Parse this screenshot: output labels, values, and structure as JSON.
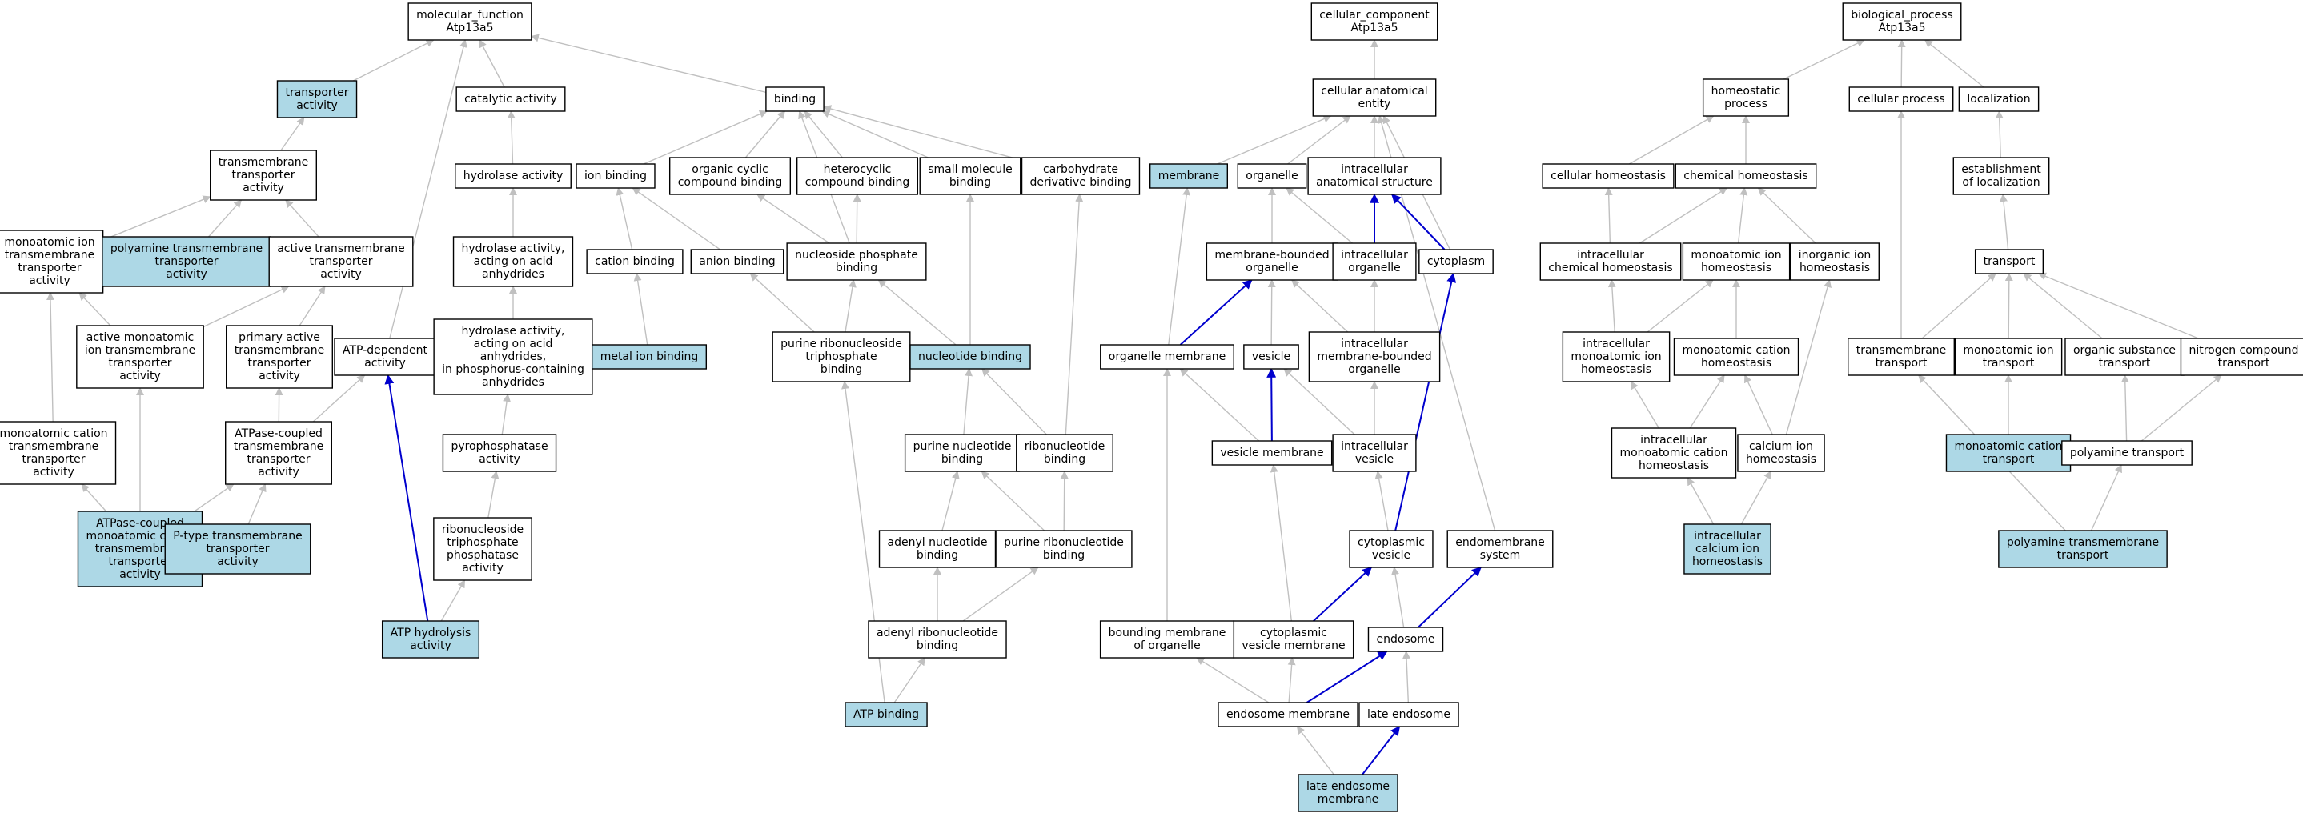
{
  "colors": {
    "highlight_fill": "#add8e6",
    "plain_fill": "#ffffff",
    "edge_gray": "#c0c0c0",
    "edge_blue": "#0000cd"
  },
  "nodes": [
    {
      "id": "mf",
      "lines": [
        "molecular_function",
        "Atp13a5"
      ],
      "hl": false
    },
    {
      "id": "cc",
      "lines": [
        "cellular_component",
        "Atp13a5"
      ],
      "hl": false
    },
    {
      "id": "bp",
      "lines": [
        "biological_process",
        "Atp13a5"
      ],
      "hl": false
    },
    {
      "id": "transporter",
      "lines": [
        "transporter",
        "activity"
      ],
      "hl": true
    },
    {
      "id": "catalytic",
      "lines": [
        "catalytic activity"
      ],
      "hl": false
    },
    {
      "id": "binding",
      "lines": [
        "binding"
      ],
      "hl": false
    },
    {
      "id": "cae",
      "lines": [
        "cellular anatomical",
        "entity"
      ],
      "hl": false
    },
    {
      "id": "homeoproc",
      "lines": [
        "homeostatic",
        "process"
      ],
      "hl": false
    },
    {
      "id": "cellproc",
      "lines": [
        "cellular process"
      ],
      "hl": false
    },
    {
      "id": "localization",
      "lines": [
        "localization"
      ],
      "hl": false
    },
    {
      "id": "tmtransporter",
      "lines": [
        "transmembrane",
        "transporter",
        "activity"
      ],
      "hl": false
    },
    {
      "id": "hydrolase",
      "lines": [
        "hydrolase activity"
      ],
      "hl": false
    },
    {
      "id": "ionbinding",
      "lines": [
        "ion binding"
      ],
      "hl": false
    },
    {
      "id": "orgcyclic",
      "lines": [
        "organic cyclic",
        "compound binding"
      ],
      "hl": false
    },
    {
      "id": "heterocyclic",
      "lines": [
        "heterocyclic",
        "compound binding"
      ],
      "hl": false
    },
    {
      "id": "smallmol",
      "lines": [
        "small molecule",
        "binding"
      ],
      "hl": false
    },
    {
      "id": "carbo",
      "lines": [
        "carbohydrate",
        "derivative binding"
      ],
      "hl": false
    },
    {
      "id": "membrane",
      "lines": [
        "membrane"
      ],
      "hl": true
    },
    {
      "id": "organelle",
      "lines": [
        "organelle"
      ],
      "hl": false
    },
    {
      "id": "ias",
      "lines": [
        "intracellular",
        "anatomical structure"
      ],
      "hl": false
    },
    {
      "id": "cellhomeo",
      "lines": [
        "cellular homeostasis"
      ],
      "hl": false
    },
    {
      "id": "chemhomeo",
      "lines": [
        "chemical homeostasis"
      ],
      "hl": false
    },
    {
      "id": "estloc",
      "lines": [
        "establishment",
        "of localization"
      ],
      "hl": false
    },
    {
      "id": "monoiontmt",
      "lines": [
        "monoatomic ion",
        "transmembrane",
        "transporter",
        "activity"
      ],
      "hl": false
    },
    {
      "id": "polyaminetmt",
      "lines": [
        "polyamine transmembrane",
        "transporter",
        "activity"
      ],
      "hl": true
    },
    {
      "id": "activetmt",
      "lines": [
        "active transmembrane",
        "transporter",
        "activity"
      ],
      "hl": false
    },
    {
      "id": "hydrolaseacid",
      "lines": [
        "hydrolase activity,",
        "acting on acid",
        "anhydrides"
      ],
      "hl": false
    },
    {
      "id": "cationbinding",
      "lines": [
        "cation binding"
      ],
      "hl": false
    },
    {
      "id": "anionbinding",
      "lines": [
        "anion binding"
      ],
      "hl": false
    },
    {
      "id": "nucphos",
      "lines": [
        "nucleoside phosphate",
        "binding"
      ],
      "hl": false
    },
    {
      "id": "mbo",
      "lines": [
        "membrane-bounded",
        "organelle"
      ],
      "hl": false
    },
    {
      "id": "intorganelle",
      "lines": [
        "intracellular",
        "organelle"
      ],
      "hl": false
    },
    {
      "id": "cytoplasm",
      "lines": [
        "cytoplasm"
      ],
      "hl": false
    },
    {
      "id": "intchemhomeo",
      "lines": [
        "intracellular",
        "chemical homeostasis"
      ],
      "hl": false
    },
    {
      "id": "monoionhomeo",
      "lines": [
        "monoatomic ion",
        "homeostasis"
      ],
      "hl": false
    },
    {
      "id": "inorgionhomeo",
      "lines": [
        "inorganic ion",
        "homeostasis"
      ],
      "hl": false
    },
    {
      "id": "transport",
      "lines": [
        "transport"
      ],
      "hl": false
    },
    {
      "id": "activemonoion",
      "lines": [
        "active monoatomic",
        "ion transmembrane",
        "transporter",
        "activity"
      ],
      "hl": false
    },
    {
      "id": "primaryactive",
      "lines": [
        "primary active",
        "transmembrane",
        "transporter",
        "activity"
      ],
      "hl": false
    },
    {
      "id": "atpdep",
      "lines": [
        "ATP-dependent",
        "activity"
      ],
      "hl": false
    },
    {
      "id": "hydrolasephos",
      "lines": [
        "hydrolase activity,",
        "acting on acid",
        "anhydrides,",
        "in phosphorus-containing",
        "anhydrides"
      ],
      "hl": false
    },
    {
      "id": "metalion",
      "lines": [
        "metal ion binding"
      ],
      "hl": true
    },
    {
      "id": "purineribotp",
      "lines": [
        "purine ribonucleoside",
        "triphosphate",
        "binding"
      ],
      "hl": false
    },
    {
      "id": "nucleotide",
      "lines": [
        "nucleotide binding"
      ],
      "hl": true
    },
    {
      "id": "orgmembrane",
      "lines": [
        "organelle membrane"
      ],
      "hl": false
    },
    {
      "id": "vesicle",
      "lines": [
        "vesicle"
      ],
      "hl": false
    },
    {
      "id": "intmbo",
      "lines": [
        "intracellular",
        "membrane-bounded",
        "organelle"
      ],
      "hl": false
    },
    {
      "id": "intmonoionhomeo",
      "lines": [
        "intracellular",
        "monoatomic ion",
        "homeostasis"
      ],
      "hl": false
    },
    {
      "id": "monocationhomeo",
      "lines": [
        "monoatomic cation",
        "homeostasis"
      ],
      "hl": false
    },
    {
      "id": "tmtransport",
      "lines": [
        "transmembrane",
        "transport"
      ],
      "hl": false
    },
    {
      "id": "monoiontransport",
      "lines": [
        "monoatomic ion",
        "transport"
      ],
      "hl": false
    },
    {
      "id": "orgsubst",
      "lines": [
        "organic substance",
        "transport"
      ],
      "hl": false
    },
    {
      "id": "nitrogen",
      "lines": [
        "nitrogen compound",
        "transport"
      ],
      "hl": false
    },
    {
      "id": "monocationtmt",
      "lines": [
        "monoatomic cation",
        "transmembrane",
        "transporter",
        "activity"
      ],
      "hl": false
    },
    {
      "id": "atpasecoupled",
      "lines": [
        "ATPase-coupled",
        "transmembrane",
        "transporter",
        "activity"
      ],
      "hl": false
    },
    {
      "id": "pyrophos",
      "lines": [
        "pyrophosphatase",
        "activity"
      ],
      "hl": false
    },
    {
      "id": "purinenuc",
      "lines": [
        "purine nucleotide",
        "binding"
      ],
      "hl": false
    },
    {
      "id": "ribonuc",
      "lines": [
        "ribonucleotide",
        "binding"
      ],
      "hl": false
    },
    {
      "id": "vesiclemembrane",
      "lines": [
        "vesicle membrane"
      ],
      "hl": false
    },
    {
      "id": "intvesicle",
      "lines": [
        "intracellular",
        "vesicle"
      ],
      "hl": false
    },
    {
      "id": "intmonocationhomeo",
      "lines": [
        "intracellular",
        "monoatomic cation",
        "homeostasis"
      ],
      "hl": false
    },
    {
      "id": "calciumhomeo",
      "lines": [
        "calcium ion",
        "homeostasis"
      ],
      "hl": false
    },
    {
      "id": "monocationtransport",
      "lines": [
        "monoatomic cation",
        "transport"
      ],
      "hl": true
    },
    {
      "id": "polyaminetransport",
      "lines": [
        "polyamine transport"
      ],
      "hl": false
    },
    {
      "id": "atpasemonocation",
      "lines": [
        "ATPase-coupled",
        "monoatomic cation",
        "transmembrane",
        "transporter",
        "activity"
      ],
      "hl": true
    },
    {
      "id": "ptype",
      "lines": [
        "P-type transmembrane",
        "transporter",
        "activity"
      ],
      "hl": true
    },
    {
      "id": "ribotriphos",
      "lines": [
        "ribonucleoside",
        "triphosphate",
        "phosphatase",
        "activity"
      ],
      "hl": false
    },
    {
      "id": "adenylnuc",
      "lines": [
        "adenyl nucleotide",
        "binding"
      ],
      "hl": false
    },
    {
      "id": "purineribonuc",
      "lines": [
        "purine ribonucleotide",
        "binding"
      ],
      "hl": false
    },
    {
      "id": "cytovesicle",
      "lines": [
        "cytoplasmic",
        "vesicle"
      ],
      "hl": false
    },
    {
      "id": "endomembrane",
      "lines": [
        "endomembrane",
        "system"
      ],
      "hl": false
    },
    {
      "id": "intcalcium",
      "lines": [
        "intracellular",
        "calcium ion",
        "homeostasis"
      ],
      "hl": true
    },
    {
      "id": "polyaminetmtransport",
      "lines": [
        "polyamine transmembrane",
        "transport"
      ],
      "hl": true
    },
    {
      "id": "atphydrolysis",
      "lines": [
        "ATP hydrolysis",
        "activity"
      ],
      "hl": true
    },
    {
      "id": "adenylribonuc",
      "lines": [
        "adenyl ribonucleotide",
        "binding"
      ],
      "hl": false
    },
    {
      "id": "boundingmem",
      "lines": [
        "bounding membrane",
        "of organelle"
      ],
      "hl": false
    },
    {
      "id": "cytovesmem",
      "lines": [
        "cytoplasmic",
        "vesicle membrane"
      ],
      "hl": false
    },
    {
      "id": "endosome",
      "lines": [
        "endosome"
      ],
      "hl": false
    },
    {
      "id": "atpbinding",
      "lines": [
        "ATP binding"
      ],
      "hl": true
    },
    {
      "id": "endosomemem",
      "lines": [
        "endosome membrane"
      ],
      "hl": false
    },
    {
      "id": "lateendosome",
      "lines": [
        "late endosome"
      ],
      "hl": false
    },
    {
      "id": "lateendosomemem",
      "lines": [
        "late endosome",
        "membrane"
      ],
      "hl": true
    }
  ],
  "edges": [
    [
      "transporter",
      "mf",
      0
    ],
    [
      "catalytic",
      "mf",
      0
    ],
    [
      "binding",
      "mf",
      0
    ],
    [
      "atpdep",
      "mf",
      0
    ],
    [
      "tmtransporter",
      "transporter",
      0
    ],
    [
      "hydrolase",
      "catalytic",
      0
    ],
    [
      "ionbinding",
      "binding",
      0
    ],
    [
      "orgcyclic",
      "binding",
      0
    ],
    [
      "heterocyclic",
      "binding",
      0
    ],
    [
      "smallmol",
      "binding",
      0
    ],
    [
      "carbo",
      "binding",
      0
    ],
    [
      "nucphos",
      "binding",
      0
    ],
    [
      "monoiontmt",
      "tmtransporter",
      0
    ],
    [
      "polyaminetmt",
      "tmtransporter",
      0
    ],
    [
      "activetmt",
      "tmtransporter",
      0
    ],
    [
      "hydrolaseacid",
      "hydrolase",
      0
    ],
    [
      "cationbinding",
      "ionbinding",
      0
    ],
    [
      "anionbinding",
      "ionbinding",
      0
    ],
    [
      "nucphos",
      "orgcyclic",
      0
    ],
    [
      "nucphos",
      "heterocyclic",
      0
    ],
    [
      "activemonoion",
      "monoiontmt",
      0
    ],
    [
      "activemonoion",
      "activetmt",
      0
    ],
    [
      "primaryactive",
      "activetmt",
      0
    ],
    [
      "hydrolasephos",
      "hydrolaseacid",
      0
    ],
    [
      "metalion",
      "cationbinding",
      0
    ],
    [
      "purineribotp",
      "anionbinding",
      0
    ],
    [
      "purineribotp",
      "nucphos",
      0
    ],
    [
      "nucleotide",
      "nucphos",
      0
    ],
    [
      "nucleotide",
      "smallmol",
      0
    ],
    [
      "monocationtmt",
      "monoiontmt",
      0
    ],
    [
      "atpasecoupled",
      "primaryactive",
      0
    ],
    [
      "atpasecoupled",
      "atpdep",
      0
    ],
    [
      "pyrophos",
      "hydrolasephos",
      0
    ],
    [
      "purinenuc",
      "nucleotide",
      0
    ],
    [
      "ribonuc",
      "nucleotide",
      0
    ],
    [
      "ribonuc",
      "carbo",
      0
    ],
    [
      "atpasemonocation",
      "monocationtmt",
      0
    ],
    [
      "atpasemonocation",
      "activemonoion",
      0
    ],
    [
      "atpasemonocation",
      "atpasecoupled",
      0
    ],
    [
      "ptype",
      "atpasecoupled",
      0
    ],
    [
      "ribotriphos",
      "pyrophos",
      0
    ],
    [
      "adenylnuc",
      "purinenuc",
      0
    ],
    [
      "purineribonuc",
      "purinenuc",
      0
    ],
    [
      "purineribonuc",
      "ribonuc",
      0
    ],
    [
      "atphydrolysis",
      "ribotriphos",
      0
    ],
    [
      "atphydrolysis",
      "atpdep",
      1
    ],
    [
      "adenylribonuc",
      "adenylnuc",
      0
    ],
    [
      "adenylribonuc",
      "purineribonuc",
      0
    ],
    [
      "atpbinding",
      "adenylribonuc",
      0
    ],
    [
      "atpbinding",
      "purineribotp",
      0
    ],
    [
      "cae",
      "cc",
      0
    ],
    [
      "membrane",
      "cae",
      0
    ],
    [
      "organelle",
      "cae",
      0
    ],
    [
      "ias",
      "cae",
      0
    ],
    [
      "cytoplasm",
      "cae",
      0
    ],
    [
      "endomembrane",
      "cae",
      0
    ],
    [
      "mbo",
      "organelle",
      0
    ],
    [
      "intorganelle",
      "organelle",
      0
    ],
    [
      "intorganelle",
      "ias",
      1
    ],
    [
      "cytoplasm",
      "ias",
      1
    ],
    [
      "orgmembrane",
      "membrane",
      0
    ],
    [
      "orgmembrane",
      "mbo",
      1
    ],
    [
      "vesicle",
      "mbo",
      0
    ],
    [
      "intmbo",
      "mbo",
      0
    ],
    [
      "intmbo",
      "intorganelle",
      0
    ],
    [
      "vesiclemembrane",
      "vesicle",
      1
    ],
    [
      "vesiclemembrane",
      "orgmembrane",
      0
    ],
    [
      "intvesicle",
      "vesicle",
      0
    ],
    [
      "intvesicle",
      "intmbo",
      0
    ],
    [
      "cytovesicle",
      "intvesicle",
      0
    ],
    [
      "cytovesicle",
      "cytoplasm",
      1
    ],
    [
      "boundingmem",
      "orgmembrane",
      0
    ],
    [
      "cytovesmem",
      "vesiclemembrane",
      0
    ],
    [
      "cytovesmem",
      "cytovesicle",
      1
    ],
    [
      "endosome",
      "cytovesicle",
      0
    ],
    [
      "endosome",
      "endomembrane",
      1
    ],
    [
      "endosomemem",
      "boundingmem",
      0
    ],
    [
      "endosomemem",
      "cytovesmem",
      0
    ],
    [
      "endosomemem",
      "endosome",
      1
    ],
    [
      "lateendosome",
      "endosome",
      0
    ],
    [
      "lateendosomemem",
      "endosomemem",
      0
    ],
    [
      "lateendosomemem",
      "lateendosome",
      1
    ],
    [
      "homeoproc",
      "bp",
      0
    ],
    [
      "cellproc",
      "bp",
      0
    ],
    [
      "localization",
      "bp",
      0
    ],
    [
      "cellhomeo",
      "homeoproc",
      0
    ],
    [
      "chemhomeo",
      "homeoproc",
      0
    ],
    [
      "estloc",
      "localization",
      0
    ],
    [
      "intchemhomeo",
      "cellhomeo",
      0
    ],
    [
      "intchemhomeo",
      "chemhomeo",
      0
    ],
    [
      "monoionhomeo",
      "chemhomeo",
      0
    ],
    [
      "inorgionhomeo",
      "chemhomeo",
      0
    ],
    [
      "transport",
      "estloc",
      0
    ],
    [
      "intmonoionhomeo",
      "intchemhomeo",
      0
    ],
    [
      "intmonoionhomeo",
      "monoionhomeo",
      0
    ],
    [
      "monocationhomeo",
      "monoionhomeo",
      0
    ],
    [
      "tmtransport",
      "transport",
      0
    ],
    [
      "tmtransport",
      "cellproc",
      0
    ],
    [
      "monoiontransport",
      "transport",
      0
    ],
    [
      "orgsubst",
      "transport",
      0
    ],
    [
      "nitrogen",
      "transport",
      0
    ],
    [
      "intmonocationhomeo",
      "intmonoionhomeo",
      0
    ],
    [
      "intmonocationhomeo",
      "monocationhomeo",
      0
    ],
    [
      "calciumhomeo",
      "monocationhomeo",
      0
    ],
    [
      "calciumhomeo",
      "inorgionhomeo",
      0
    ],
    [
      "monocationtransport",
      "monoiontransport",
      0
    ],
    [
      "polyaminetransport",
      "orgsubst",
      0
    ],
    [
      "polyaminetransport",
      "nitrogen",
      0
    ],
    [
      "intcalcium",
      "intmonocationhomeo",
      0
    ],
    [
      "intcalcium",
      "calciumhomeo",
      0
    ],
    [
      "polyaminetmtransport",
      "polyaminetransport",
      0
    ],
    [
      "polyaminetmtransport",
      "tmtransport",
      0
    ]
  ]
}
